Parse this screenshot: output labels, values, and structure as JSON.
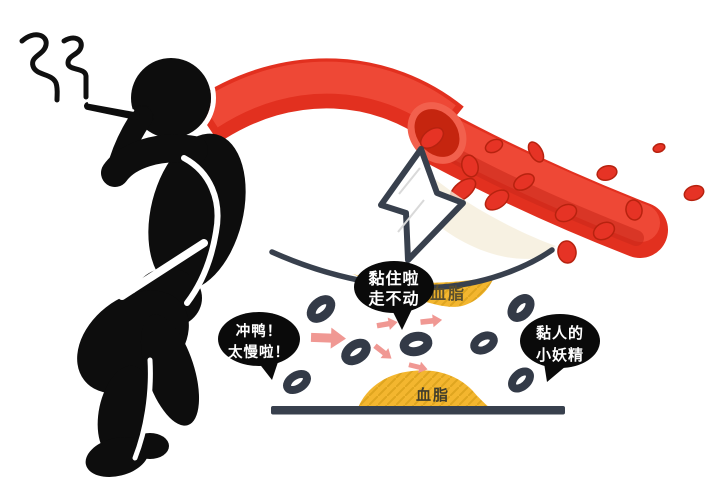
{
  "scene": {
    "description": "Cartoon illustration: smoking thickens blood lipids; blood cells get stuck on lipid deposits inside a vessel",
    "speech_bubbles": [
      {
        "id": "stuck",
        "lines": [
          "黏住啦",
          "走不动"
        ]
      },
      {
        "id": "rush",
        "lines": [
          "冲鸭！",
          "太慢啦！"
        ]
      },
      {
        "id": "clingy",
        "lines": [
          "黏人的",
          "小妖精"
        ]
      }
    ],
    "labels": {
      "upper_lipid": "血脂",
      "lower_lipid": "血脂"
    },
    "colors": {
      "vessel_red": "#e2301f",
      "vessel_highlight": "#ef4b38",
      "blood_cell_red": "#e63325",
      "lumen_dark_red": "#c5250f",
      "outline_navy": "#38404d",
      "ring_navy": "#333a47",
      "lipid_yellow": "#f3b62f",
      "lipid_hatch": "#dfa51f",
      "arrow_pink": "#f09893",
      "silhouette_black": "#0d0d0d",
      "bubble_black": "#0a0a0a",
      "bubble_text": "#ffffff",
      "background": "#ffffff"
    }
  }
}
